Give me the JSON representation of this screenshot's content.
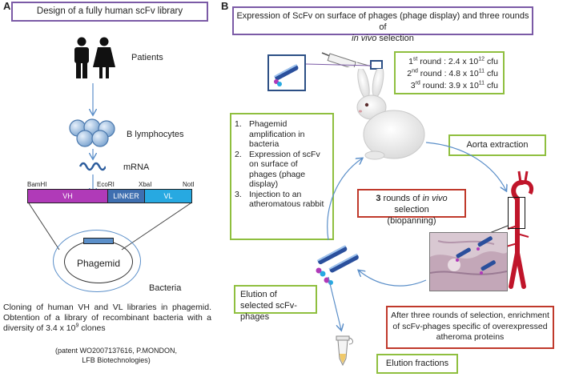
{
  "panel_a": {
    "letter": "A",
    "title": "Design of a fully human scFv library",
    "patients": "Patients",
    "b_lymphocytes": "B lymphocytes",
    "mrna": "mRNA",
    "sites": {
      "bamhi": "BamHI",
      "ecori": "EcoRI",
      "xbai": "XbaI",
      "noti": "NotI"
    },
    "segments": {
      "vh": "VH",
      "linker": "LINKER",
      "vl": "VL"
    },
    "phagemid": "Phagemid",
    "bacteria": "Bacteria",
    "caption_1": "Cloning of human VH and VL libraries in phagemid. Obtention of a library of recombinant bacteria with a diversity of 3.4 x 10",
    "caption_exp": "9",
    "caption_2": " clones",
    "patent_1": "(patent WO2007137616, P.MONDON,",
    "patent_2": "LFB Biotechnologies)",
    "colors": {
      "vh": "#b03ab8",
      "linker": "#3e6fb0",
      "vl": "#27a9e1"
    }
  },
  "panel_b": {
    "letter": "B",
    "title_1": "Expression of ScFv on surface of phages (phage display) and three rounds of",
    "title_2": "in vivo",
    "title_3": " selection",
    "rounds": [
      {
        "ord": "1",
        "sup": "st",
        "label": " round : 2.4 x 10",
        "exp": "12",
        "unit": " cfu"
      },
      {
        "ord": "2",
        "sup": "nd",
        "label": " round : 4.8 x 10",
        "exp": "11",
        "unit": " cfu"
      },
      {
        "ord": "3",
        "sup": "rd",
        "label": " round:  3.9 x 10",
        "exp": "11",
        "unit": " cfu"
      }
    ],
    "steps": [
      "Phagemid amplification in bacteria",
      "Expression of scFv on surface of phages (phage display)",
      "Injection to an atheromatous rabbit"
    ],
    "aorta": "Aorta extraction",
    "biopan_bold": "3",
    "biopan_1": " rounds of ",
    "biopan_italic": "in vivo",
    "biopan_2": " selection",
    "biopan_3": "(biopanning)",
    "elution_selected": "Elution of selected scFv-phages",
    "enrichment": "After three rounds of selection, enrichment of scFv-phages specific of overexpressed atheroma proteins",
    "elution_fractions": "Elution fractions",
    "colors": {
      "purple": "#7b5aa6",
      "green": "#8fbf3f",
      "red": "#c0392b",
      "arrow": "#5b8fc9",
      "aorta": "#c0152a"
    }
  }
}
